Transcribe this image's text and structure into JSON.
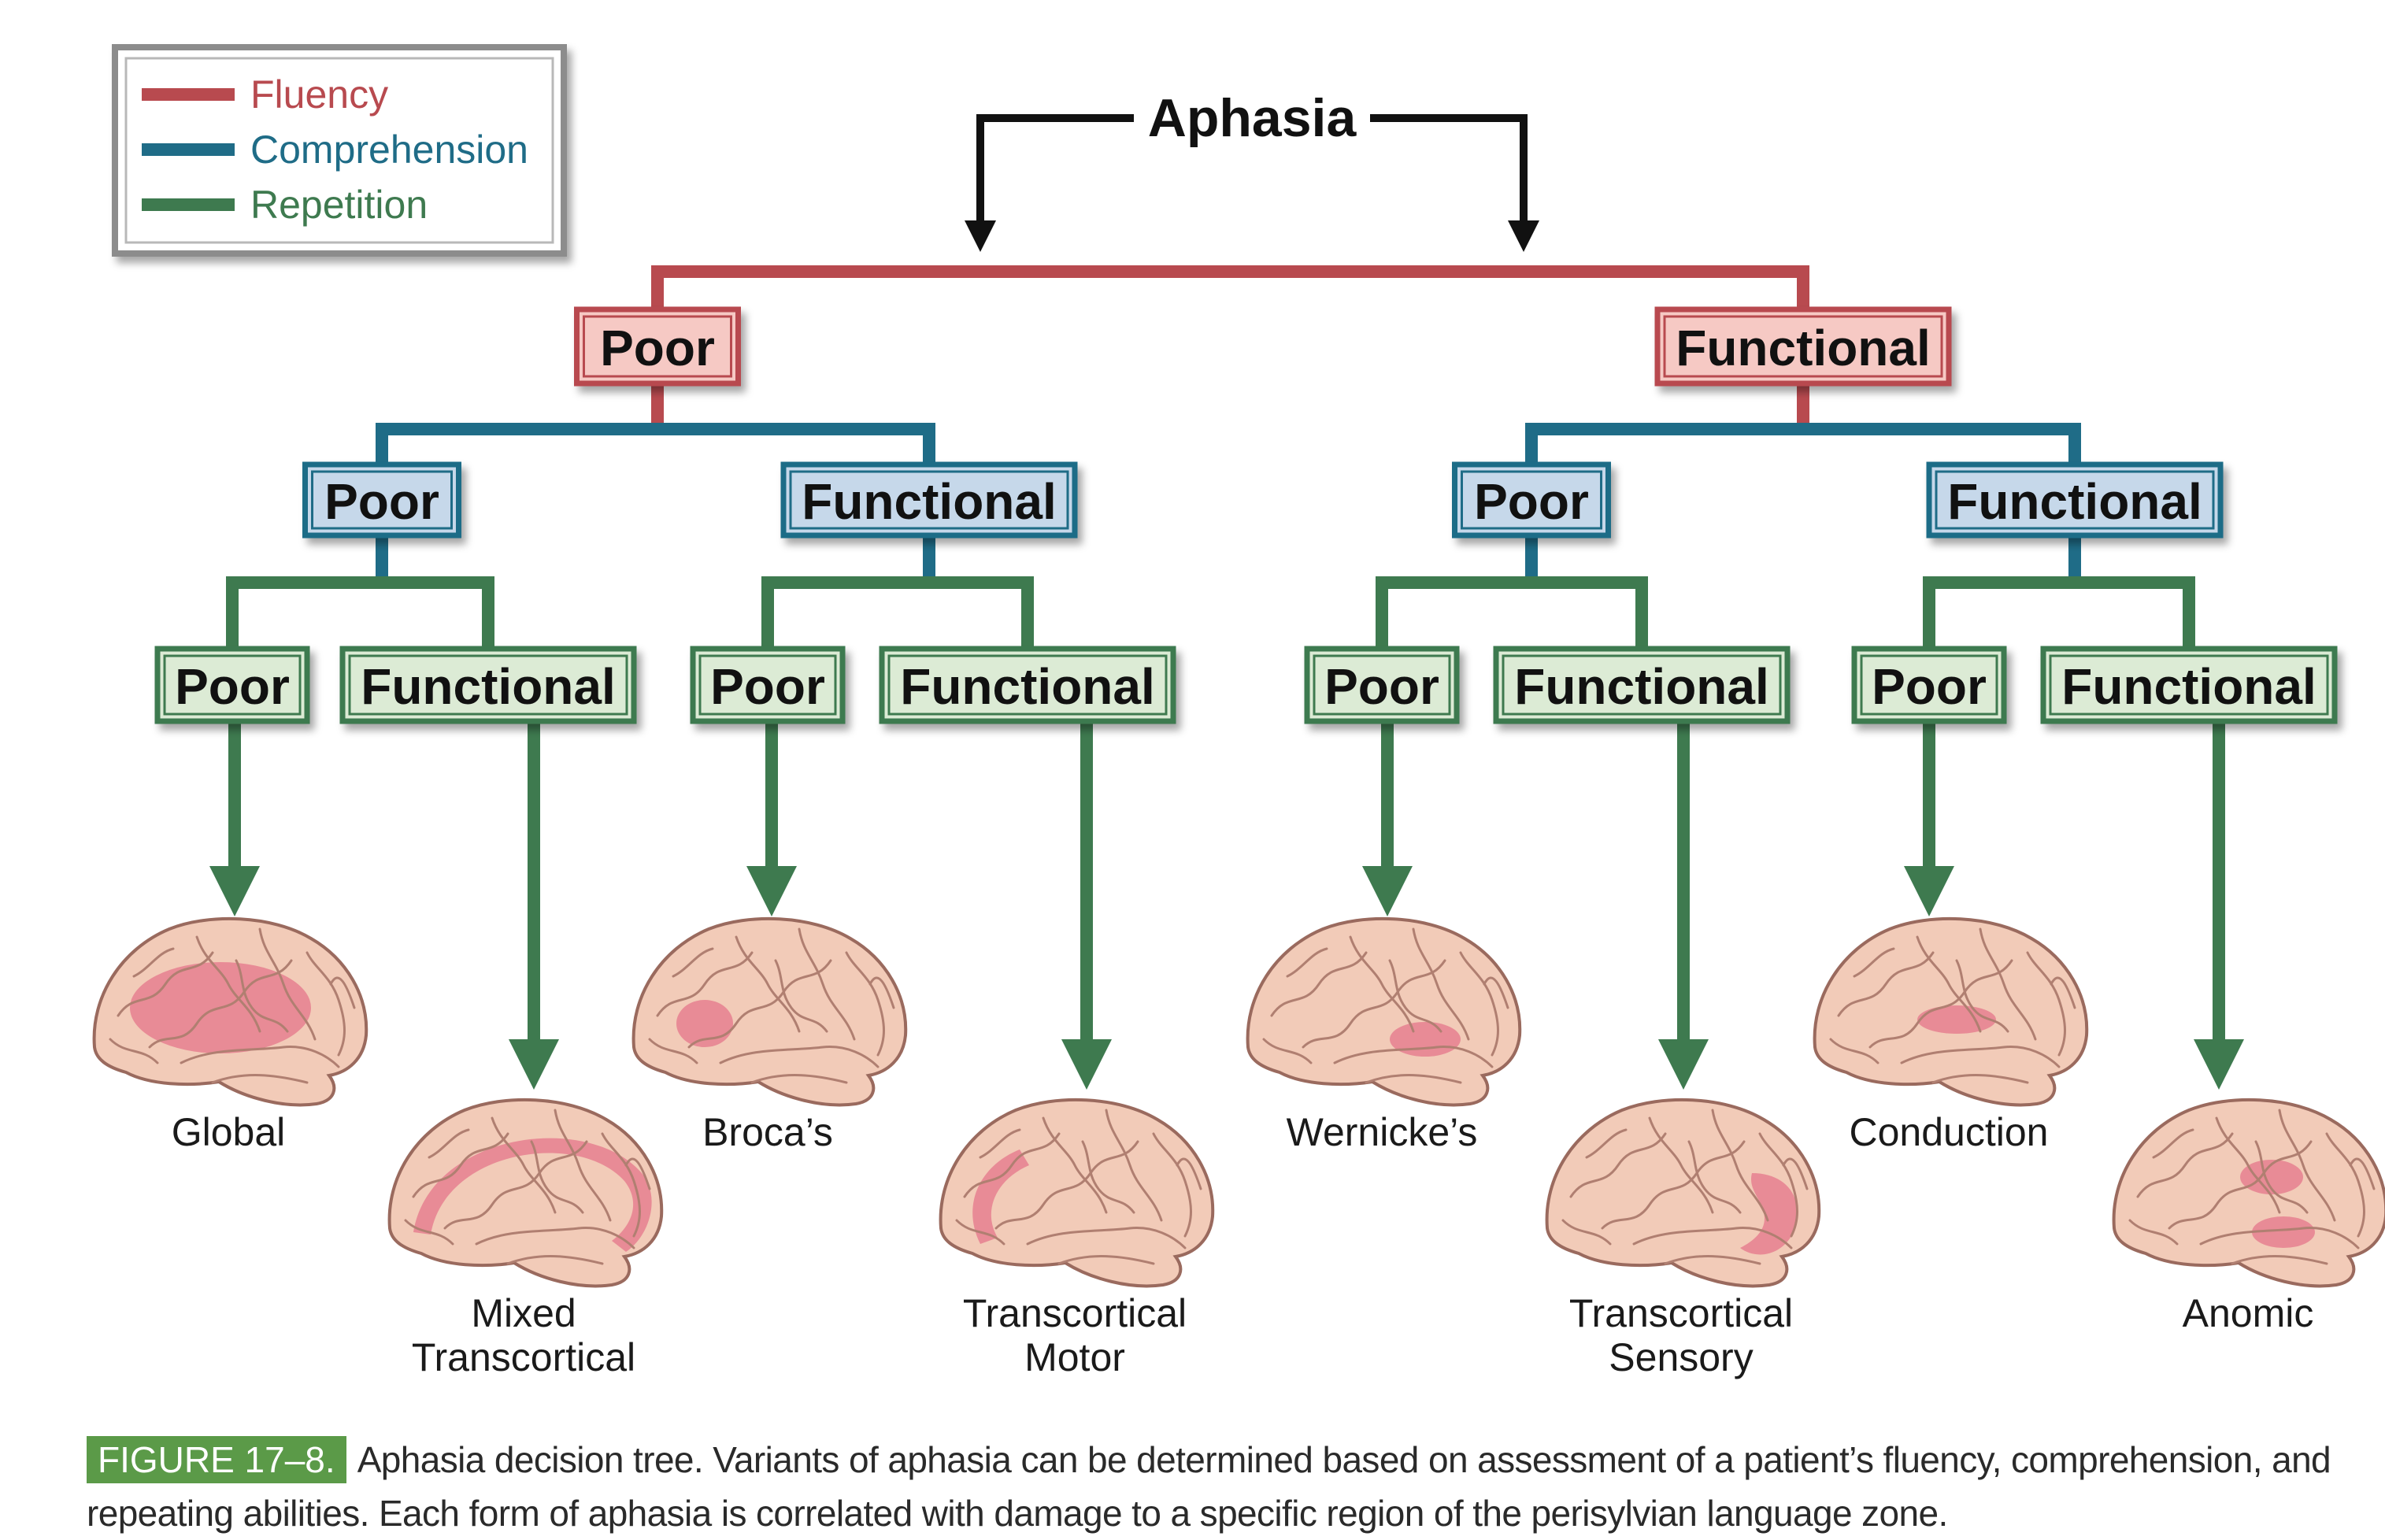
{
  "legend": {
    "items": [
      {
        "label": "Fluency",
        "color": "#b84a4f"
      },
      {
        "label": "Comprehension",
        "color": "#1f6c87"
      },
      {
        "label": "Repetition",
        "color": "#3e7a4f"
      }
    ]
  },
  "root": {
    "label": "Aphasia"
  },
  "fluency": [
    {
      "label": "Poor"
    },
    {
      "label": "Functional"
    }
  ],
  "comprehension": [
    {
      "label": "Poor"
    },
    {
      "label": "Functional"
    },
    {
      "label": "Poor"
    },
    {
      "label": "Functional"
    }
  ],
  "repetition": [
    {
      "label": "Poor"
    },
    {
      "label": "Functional"
    },
    {
      "label": "Poor"
    },
    {
      "label": "Functional"
    },
    {
      "label": "Poor"
    },
    {
      "label": "Functional"
    },
    {
      "label": "Poor"
    },
    {
      "label": "Functional"
    }
  ],
  "outcomes": [
    {
      "name": [
        "Global"
      ],
      "region": "global"
    },
    {
      "name": [
        "Mixed",
        "Transcortical"
      ],
      "region": "mixed"
    },
    {
      "name": [
        "Broca’s"
      ],
      "region": "broca"
    },
    {
      "name": [
        "Transcortical",
        "Motor"
      ],
      "region": "tcmotor"
    },
    {
      "name": [
        "Wernicke’s"
      ],
      "region": "wernicke"
    },
    {
      "name": [
        "Transcortical",
        "Sensory"
      ],
      "region": "tcsensory"
    },
    {
      "name": [
        "Conduction"
      ],
      "region": "conduction"
    },
    {
      "name": [
        "Anomic"
      ],
      "region": "anomic"
    }
  ],
  "colors": {
    "fluency_fill": "#f6c9c4",
    "comprehension_fill": "#c6d8ea",
    "repetition_fill": "#dcebd5",
    "lesion": "#e6808f",
    "brain": "#f2cbb8"
  },
  "caption": {
    "tag": "FIGURE 17–8.",
    "text": "Aphasia decision tree. Variants of aphasia can be determined based on assessment of a patient’s fluency, comprehension, and repeating abilities. Each form of aphasia is correlated with damage to a specific region of the perisylvian language zone."
  }
}
